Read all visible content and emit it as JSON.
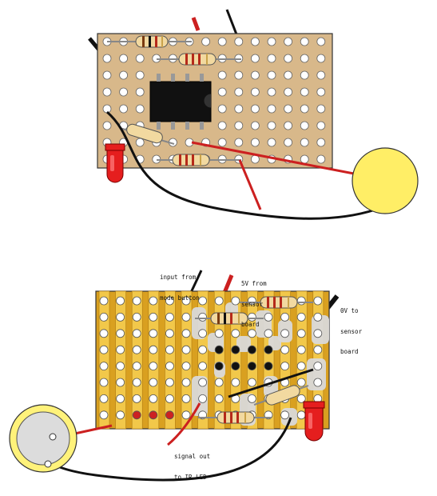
{
  "labels": {
    "input_from_mode_button": [
      "input from",
      "mode button"
    ],
    "v5_from_sensor_board": [
      "5V from",
      "sensor",
      "board"
    ],
    "v0_to_sensor_board": [
      "0V to",
      "sensor",
      "board"
    ],
    "signal_out_to_ir_led": [
      "signal out",
      "to IR LED"
    ]
  },
  "colors": {
    "board_top": "#d8b88a",
    "stripboard": "#d9a020",
    "copper_strip": "#f2c84a",
    "cut_mask": "#d9d9d9",
    "hole": "#ffffff",
    "chip": "#111111",
    "led": "#e51e1e",
    "piezo_top": "#ffee66",
    "piezo_bottom": "#dcdcdc",
    "piezo_rim_bottom": "#fff27a",
    "wire_red": "#cc2020",
    "wire_black": "#111111",
    "resistor_body": "#f2d9a0"
  }
}
